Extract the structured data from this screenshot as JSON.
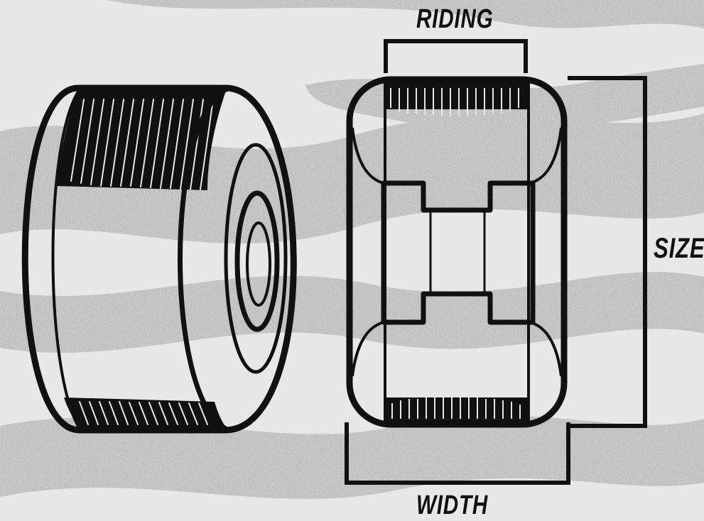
{
  "labels": {
    "riding": "RIDING",
    "size": "SIZE",
    "width": "WIDTH"
  },
  "colors": {
    "background": "#e6e7e6",
    "texture": "#9a9c9a",
    "ink": "#111111"
  },
  "icons": {
    "wheel_3d": "skateboard-wheel-icon",
    "wheel_section": "wheel-cross-section-icon"
  }
}
